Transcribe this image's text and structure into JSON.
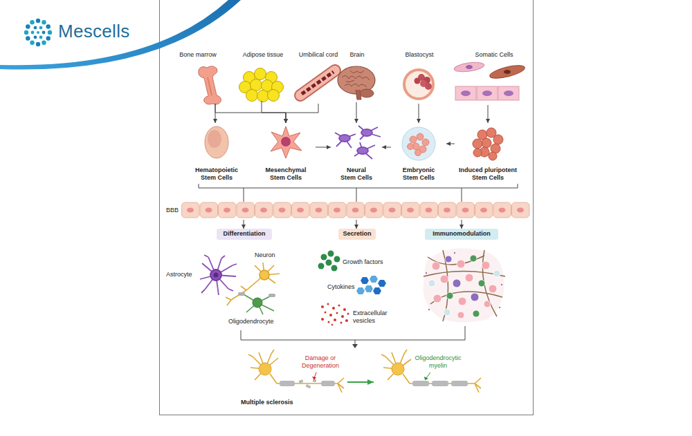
{
  "diagram": {
    "nodes": [
      {
        "text": [
          "Bone marrow"
        ]
      },
      {
        "text": [
          "Adipose tissue"
        ]
      },
      {
        "text": [
          "Umbilical cord"
        ]
      },
      {
        "text": [
          "Brain"
        ]
      },
      {
        "text": [
          "Blastocyst"
        ]
      },
      {
        "text": [
          "Somatic Cells"
        ]
      },
      {
        "text": [
          "Hematopoietic Stem Cells"
        ]
      },
      {
        "text": [
          "Mesenchymal Stem Cells"
        ]
      },
      {
        "text": [
          "Neural Stem Cells"
        ]
      },
      {
        "text": [
          "Embryonic Stem Cells"
        ]
      },
      {
        "text": [
          "Induced pluripotent Stem Cells"
        ]
      },
      {
        "text": [
          "BBB"
        ]
      },
      {
        "text": [
          "Differentiation"
        ]
      },
      {
        "text": [
          "Secretion"
        ]
      },
      {
        "text": [
          "Immunomodulation"
        ]
      },
      {
        "text": [
          "Neuron",
          "Astrocyte",
          "Oligodendrocyte"
        ]
      },
      {
        "text": [
          "Growth factors",
          "Cytokines",
          "Extracellular vesicles"
        ]
      },
      {
        "text": [
          "Damage or Degeneration",
          "Multiple sclerosis"
        ]
      },
      {
        "text": [
          "Oligodendrocytic myelin"
        ]
      }
    ],
    "edges": [
      {
        "from": 0,
        "to": 6,
        "arrow": "to"
      },
      {
        "from": 0,
        "to": 7,
        "arrow": "to"
      },
      {
        "from": 1,
        "to": 7,
        "arrow": "to"
      },
      {
        "from": 2,
        "to": 7,
        "arrow": "to"
      },
      {
        "from": 3,
        "to": 8,
        "arrow": "to"
      },
      {
        "from": 4,
        "to": 9,
        "arrow": "to"
      },
      {
        "from": 5,
        "to": 10,
        "arrow": "to"
      },
      {
        "from": 7,
        "to": 8,
        "arrow": "to"
      },
      {
        "from": 9,
        "to": 8,
        "arrow": "to"
      },
      {
        "from": 10,
        "to": 9,
        "arrow": "to"
      },
      {
        "from": 11,
        "to": 12,
        "arrow": "to"
      },
      {
        "from": 11,
        "to": 13,
        "arrow": "to"
      },
      {
        "from": 11,
        "to": 14,
        "arrow": "to"
      },
      {
        "from": 17,
        "to": 18,
        "arrow": "to"
      }
    ],
    "labels": [
      "Mescells"
    ]
  }
}
